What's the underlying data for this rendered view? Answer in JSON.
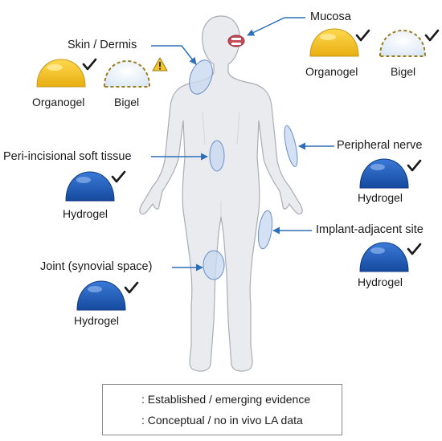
{
  "sites": {
    "skin_dermis": "Skin / Dermis",
    "mucosa": "Mucosa",
    "peri_incisional": "Peri-incisional soft tissue",
    "peripheral_nerve": "Peripheral nerve",
    "implant_adjacent": "Implant-adjacent site",
    "joint": "Joint (synovial space)"
  },
  "materials": {
    "organogel": "Organogel",
    "bigel": "Bigel",
    "hydrogel": "Hydrogel"
  },
  "legend": {
    "established": ": Established / emerging evidence",
    "conceptual": ": Conceptual / no in vivo LA data"
  },
  "colors": {
    "organogel": "#f2c12e",
    "hydrogel": "#1f5fbf",
    "bigel_outline": "#c9a83a",
    "body_fill": "#e9ebee",
    "site_highlight": "#c9d8f0",
    "arrow": "#2d6fb8",
    "warning": "#f4c430"
  },
  "icons": [
    "check-icon",
    "warning-icon"
  ]
}
